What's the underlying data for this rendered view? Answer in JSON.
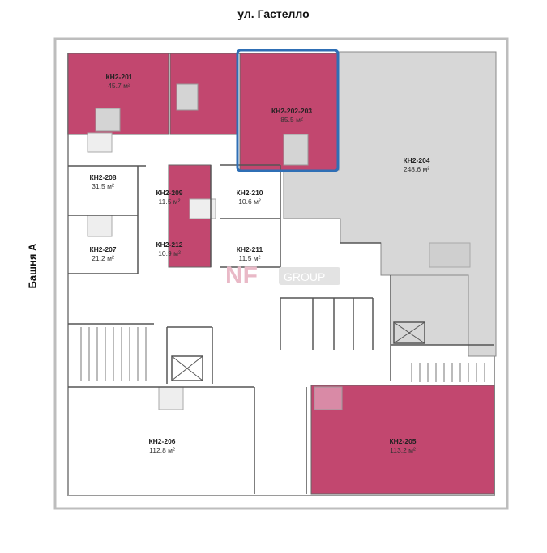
{
  "street_label": "ул. Гастелло",
  "tower_label": "Башня А",
  "watermark": {
    "left": "NF",
    "right": "GROUP"
  },
  "colors": {
    "leased": "#c2476f",
    "other_tenant": "#d7d7d7",
    "walls": "#555555",
    "highlight": "#2f6fb5"
  },
  "rooms": [
    {
      "id": "КН2-201",
      "area": "45.7 м²",
      "status": "leased"
    },
    {
      "id": "КН2-202-203",
      "area": "85.5 м²",
      "status": "leased",
      "selected": true
    },
    {
      "id": "КН2-204",
      "area": "248.6 м²",
      "status": "other"
    },
    {
      "id": "КН2-208",
      "area": "31.5 м²",
      "status": "free"
    },
    {
      "id": "КН2-209",
      "area": "11.5 м²",
      "status": "leased"
    },
    {
      "id": "КН2-210",
      "area": "10.6 м²",
      "status": "free"
    },
    {
      "id": "КН2-207",
      "area": "21.2 м²",
      "status": "free"
    },
    {
      "id": "КН2-212",
      "area": "10.9 м²",
      "status": "leased"
    },
    {
      "id": "КН2-211",
      "area": "11.5 м²",
      "status": "free"
    },
    {
      "id": "КН2-206",
      "area": "112.8 м²",
      "status": "free"
    },
    {
      "id": "КН2-205",
      "area": "113.2 м²",
      "status": "leased"
    }
  ]
}
